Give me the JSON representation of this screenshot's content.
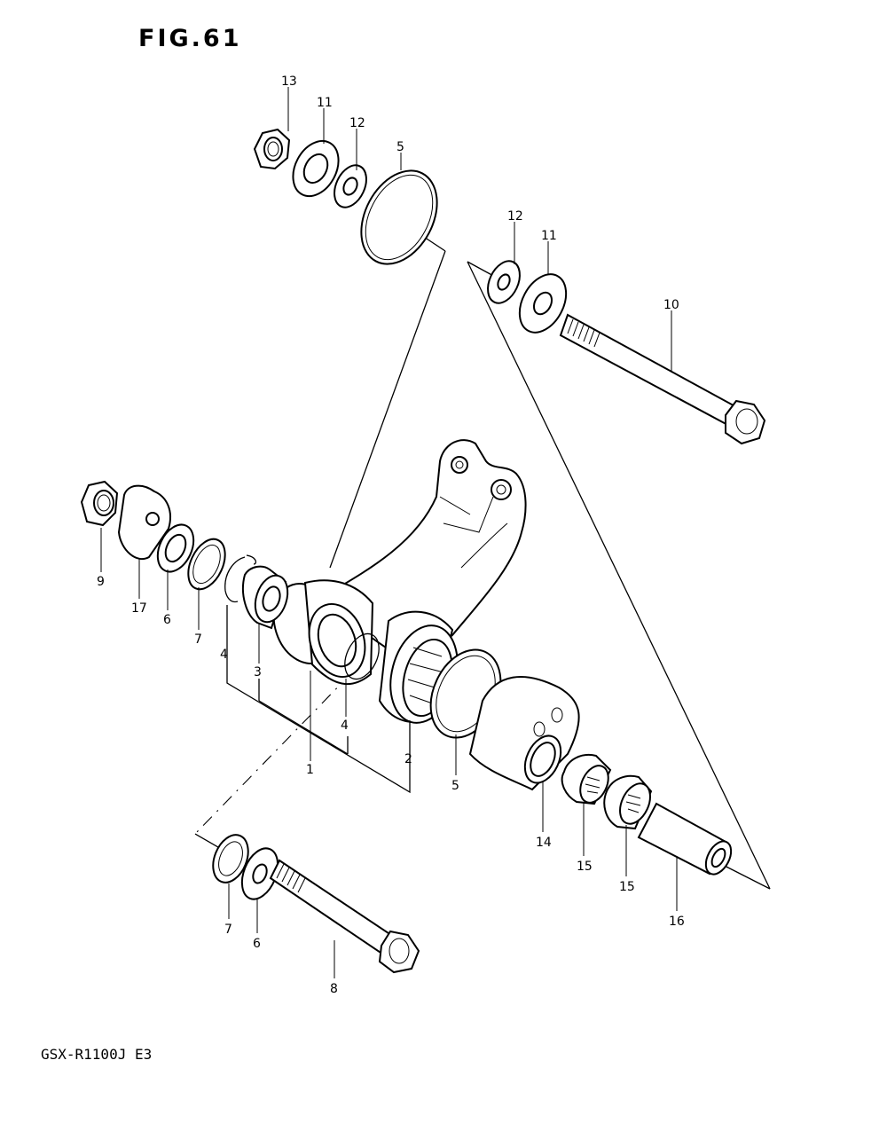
{
  "figure": {
    "title": "FIG.61",
    "model_code": "GSX-R1100J E3"
  },
  "callouts": [
    {
      "id": "c13a",
      "label": "13"
    },
    {
      "id": "c11a",
      "label": "11"
    },
    {
      "id": "c12a",
      "label": "12"
    },
    {
      "id": "c5a",
      "label": "5"
    },
    {
      "id": "c12b",
      "label": "12"
    },
    {
      "id": "c11b",
      "label": "11"
    },
    {
      "id": "c10",
      "label": "10"
    },
    {
      "id": "c9",
      "label": "9"
    },
    {
      "id": "c17",
      "label": "17"
    },
    {
      "id": "c6a",
      "label": "6"
    },
    {
      "id": "c7a",
      "label": "7"
    },
    {
      "id": "c4a",
      "label": "4"
    },
    {
      "id": "c3",
      "label": "3"
    },
    {
      "id": "c4b",
      "label": "4"
    },
    {
      "id": "c1",
      "label": "1"
    },
    {
      "id": "c2",
      "label": "2"
    },
    {
      "id": "c5b",
      "label": "5"
    },
    {
      "id": "c14",
      "label": "14"
    },
    {
      "id": "c15a",
      "label": "15"
    },
    {
      "id": "c15b",
      "label": "15"
    },
    {
      "id": "c16",
      "label": "16"
    },
    {
      "id": "c7b",
      "label": "7"
    },
    {
      "id": "c6b",
      "label": "6"
    },
    {
      "id": "c8",
      "label": "8"
    }
  ]
}
